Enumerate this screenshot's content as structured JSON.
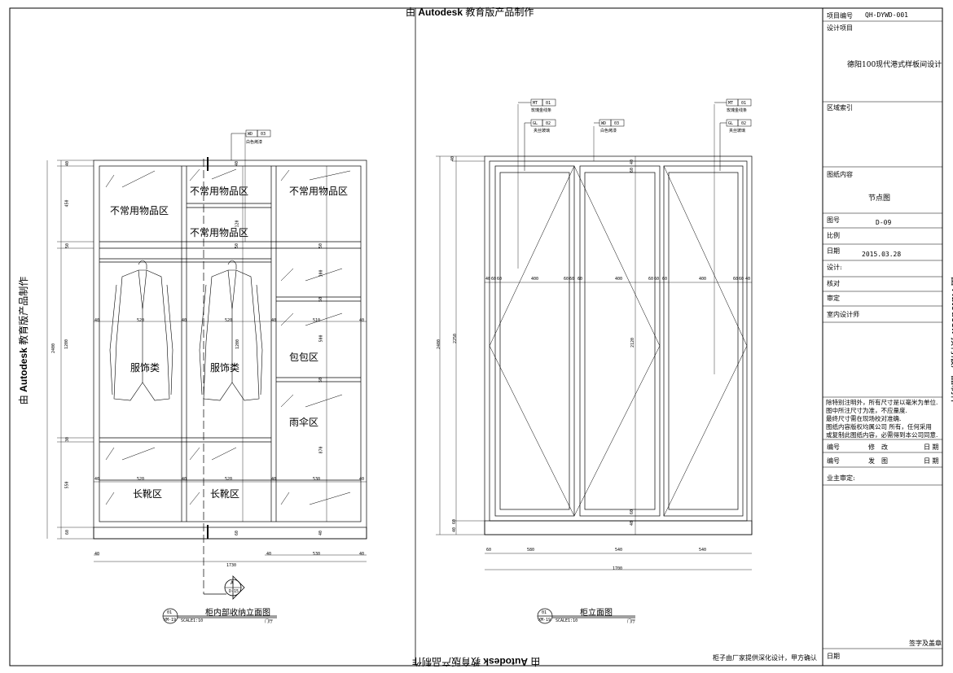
{
  "watermark": {
    "prefix": "由",
    "brand": "Autodesk",
    "suffix": "教育版产品制作"
  },
  "left_elevation": {
    "title": "柜内部收纳立面图",
    "scale": "SCALE1:10",
    "room": "门厅",
    "index_number": "01",
    "index_sheet": "XM-19",
    "section_label": "A",
    "section_sheet": "D-15",
    "material_tag": {
      "code": "WD",
      "num": "03",
      "name": "白色烤漆"
    },
    "zones": [
      "不常用物品区",
      "不常用物品区",
      "不常用物品区",
      "不常用物品区",
      "服饰类",
      "服饰类",
      "包包区",
      "雨伞区",
      "长靴区",
      "长靴区"
    ],
    "dims_left": [
      "40",
      "450",
      "50",
      "1200",
      "30",
      "550",
      "60"
    ],
    "overall_height": "2400",
    "row_dims": [
      "40",
      "520",
      "40",
      "520",
      "40",
      "510",
      "40"
    ],
    "row_dims_lower": [
      "40",
      "520",
      "40",
      "520",
      "40",
      "530",
      "40"
    ],
    "mid_dims": [
      "50",
      "300",
      "50",
      "500",
      "50",
      "870",
      "40",
      "60",
      "120",
      "50",
      "1200",
      "40"
    ],
    "bottom_dims": [
      "40",
      "1730",
      "40",
      "530",
      "40"
    ]
  },
  "right_elevation": {
    "title": "柜立面图",
    "scale": "SCALE1:10",
    "room": "门厅",
    "index_number": "01",
    "index_sheet": "XM-19",
    "tags": [
      {
        "code": "MT",
        "num": "01",
        "name": "玫瑰金线条"
      },
      {
        "code": "GL",
        "num": "02",
        "name": "夹丝玻璃"
      },
      {
        "code": "WD",
        "num": "03",
        "name": "白色烤漆"
      },
      {
        "code": "MT",
        "num": "01",
        "name": "玫瑰金线条"
      },
      {
        "code": "GL",
        "num": "02",
        "name": "夹丝玻璃"
      }
    ],
    "dims_left": [
      "40",
      "2400",
      "2250",
      "60",
      "40"
    ],
    "row_dims": [
      "40",
      "60",
      "60",
      "400",
      "60",
      "60",
      "60",
      "400",
      "60",
      "60",
      "60",
      "400",
      "60",
      "60",
      "40"
    ],
    "center_dims": [
      "40",
      "60",
      "2120",
      "60",
      "40"
    ],
    "bottom_dims": [
      "60",
      "580",
      "540",
      "540",
      "1700"
    ],
    "note": "柜子由厂家提供深化设计，甲方确认"
  },
  "title_block": {
    "project_no_label": "项目编号",
    "project_no": "QH-DYWD-001",
    "design_item_label": "设计项目",
    "design_item": "德阳100现代港式样板间设计",
    "area_index_label": "区域索引",
    "drawing_content_label": "图纸内容",
    "drawing_content": "节点图",
    "drawing_no_label": "图号",
    "drawing_no": "D-09",
    "scale_label": "比例",
    "date_label": "日期",
    "date": "2015.03.28",
    "design_label": "设计:",
    "check_label": "核对",
    "review_label": "审定",
    "interior_designer_label": "室内设计师",
    "notes": [
      "除特别注明外，所有尺寸是以毫米为单位.",
      "图中所注尺寸为准，不应量度.",
      "最终尺寸需在现场校对准确.",
      "图纸内容版权均属公司 所有，任何采用",
      "或复制此图纸内容，必需得到本公司同意."
    ],
    "rev_headers": [
      "编号",
      "修　改",
      "日 期"
    ],
    "issue_headers": [
      "编号",
      "发　图",
      "日 期"
    ],
    "owner_review_label": "业主审定:",
    "sign_label": "签字及盖章",
    "bottom_date_label": "日期"
  }
}
